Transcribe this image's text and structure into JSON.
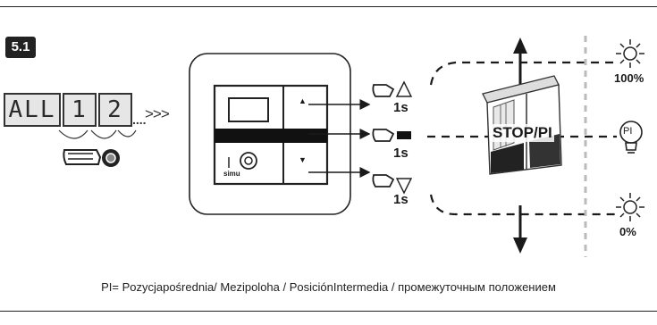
{
  "step_label": "5.1",
  "lcd": {
    "segments": [
      "ALL",
      "1",
      "2"
    ],
    "chevrons": ">>>",
    "ellipsis": "...."
  },
  "remote": {
    "brand": "simu",
    "up_symbol": "▲",
    "down_symbol": "▼"
  },
  "actions": [
    {
      "id": "up",
      "duration": "1s"
    },
    {
      "id": "stop",
      "duration": "1s"
    },
    {
      "id": "down",
      "duration": "1s"
    }
  ],
  "center_label": "STOP/PI",
  "states": [
    {
      "id": "open",
      "level": "100%"
    },
    {
      "id": "intermediate",
      "symbol": "PI"
    },
    {
      "id": "closed",
      "level": "0%"
    }
  ],
  "footer_text": "PI= Pozycjapośrednia/ Mezipoloha / PosiciónIntermedia / промежуточным положением",
  "colors": {
    "ink": "#1a1a1a",
    "lcd_bg": "#e6e6e6",
    "divider": "#bbbbbb"
  }
}
